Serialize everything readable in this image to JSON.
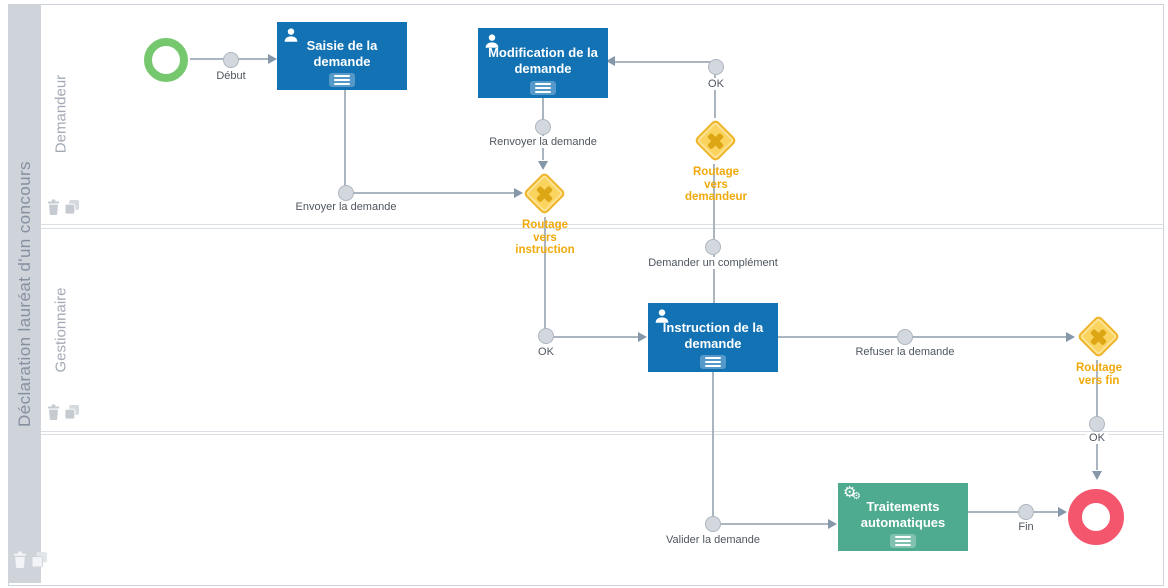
{
  "pool": {
    "title": "Déclaration lauréat d'un concours"
  },
  "lanes": [
    {
      "name": "Demandeur"
    },
    {
      "name": "Gestionnaire"
    }
  ],
  "tasks": {
    "saisie": {
      "label": "Saisie de la demande",
      "type": "user"
    },
    "modification": {
      "label": "Modification de la demande",
      "type": "user"
    },
    "instruction": {
      "label": "Instruction de la demande",
      "type": "user"
    },
    "traitements": {
      "label": "Traitements automatiques",
      "type": "service"
    }
  },
  "gateways": {
    "instruction": {
      "label": "Routage\nvers\ninstruction"
    },
    "demandeur": {
      "label": "Routage\nvers\ndemandeur"
    },
    "fin": {
      "label": "Routage\nvers fin"
    }
  },
  "flow_labels": {
    "debut": "Début",
    "envoyer": "Envoyer la demande",
    "renvoyer": "Renvoyer la demande",
    "ok_top": "OK",
    "demander": "Demander un complément",
    "ok_mid": "OK",
    "refuser": "Refuser la demande",
    "ok_bottom": "OK",
    "valider": "Valider la demande",
    "fin": "Fin"
  },
  "colors": {
    "user_task": "#1272B4",
    "service_task": "#4FAB90",
    "gateway_fill": "#FBD45F",
    "gateway_border": "#F0B42A",
    "gateway_marker": "#DCA614",
    "gateway_label": "#F0A90A",
    "start_event": "#76C86E",
    "end_event": "#F4566E",
    "connector": "#ABB5C0",
    "lane_strip": "#CFD4DB"
  }
}
